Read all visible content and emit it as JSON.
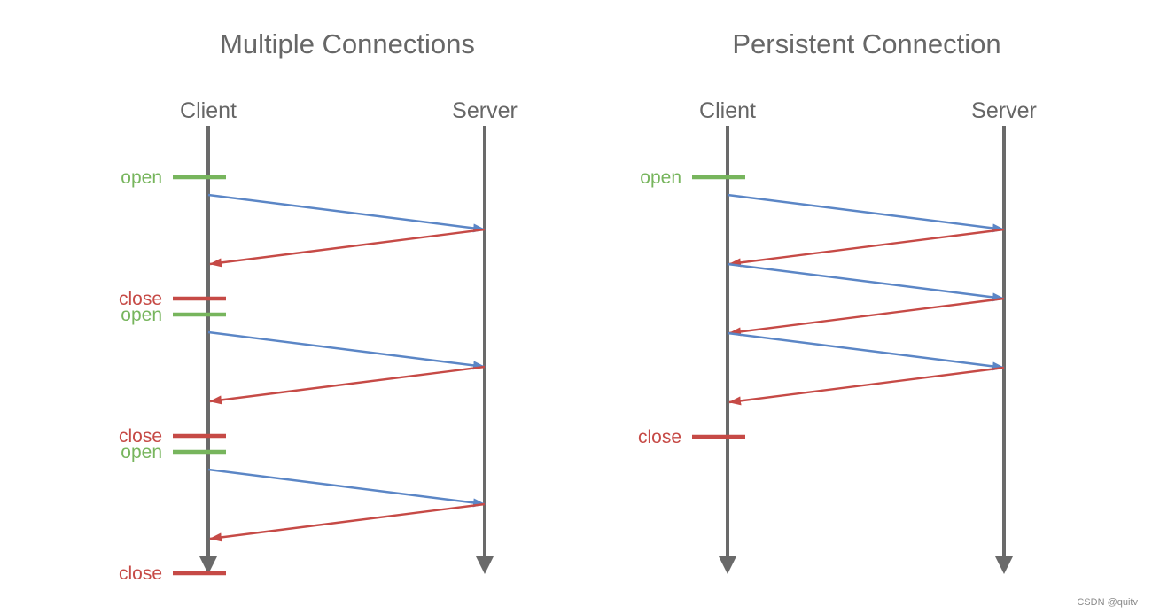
{
  "colors": {
    "open": "#77b55d",
    "close": "#c64a46",
    "request": "#5b86c6",
    "response": "#c64a46",
    "lifeline": "#6a6a6a"
  },
  "panels": [
    {
      "title": "Multiple Connections",
      "client_label": "Client",
      "server_label": "Server",
      "events": [
        {
          "type": "open",
          "label": "open"
        },
        {
          "type": "request"
        },
        {
          "type": "response"
        },
        {
          "type": "close",
          "label": "close"
        },
        {
          "type": "open",
          "label": "open"
        },
        {
          "type": "request"
        },
        {
          "type": "response"
        },
        {
          "type": "close",
          "label": "close"
        },
        {
          "type": "open",
          "label": "open"
        },
        {
          "type": "request"
        },
        {
          "type": "response"
        },
        {
          "type": "close",
          "label": "close"
        }
      ]
    },
    {
      "title": "Persistent Connection",
      "client_label": "Client",
      "server_label": "Server",
      "events": [
        {
          "type": "open",
          "label": "open"
        },
        {
          "type": "request"
        },
        {
          "type": "response"
        },
        {
          "type": "request"
        },
        {
          "type": "response"
        },
        {
          "type": "request"
        },
        {
          "type": "response"
        },
        {
          "type": "close",
          "label": "close"
        }
      ]
    }
  ],
  "watermark": "CSDN @quitv"
}
